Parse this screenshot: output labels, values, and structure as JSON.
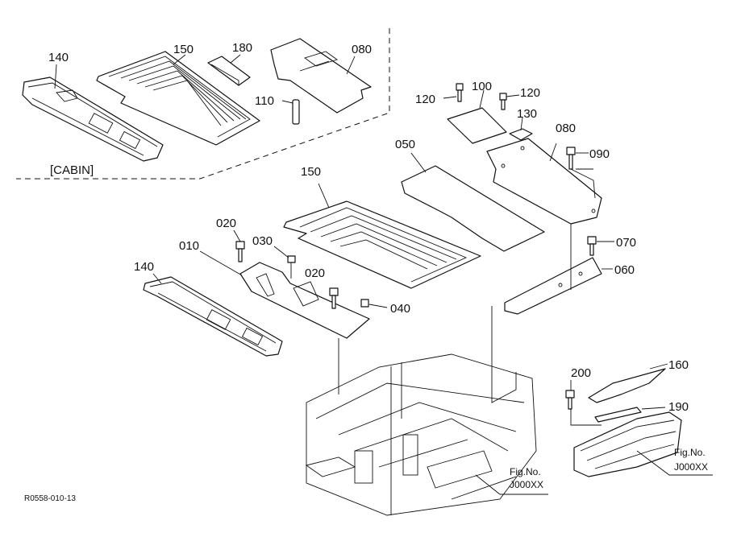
{
  "labels": {
    "p140a": "140",
    "p150a": "150",
    "p180": "180",
    "p080a": "080",
    "p110": "110",
    "p120a": "120",
    "p100": "100",
    "p120b": "120",
    "p130": "130",
    "p080b": "080",
    "p090": "090",
    "p050": "050",
    "p150b": "150",
    "p020a": "020",
    "p010": "010",
    "p030": "030",
    "p020b": "020",
    "p040": "040",
    "p140b": "140",
    "p070": "070",
    "p060": "060",
    "p200": "200",
    "p160": "160",
    "p190": "190"
  },
  "cabin_label": "[CABIN]",
  "fig_refs": [
    {
      "line1": "Fig.No.",
      "line2": "J000XX"
    },
    {
      "line1": "Fig.No.",
      "line2": "J000XX"
    }
  ],
  "drawing_code": "R0558-010-13"
}
